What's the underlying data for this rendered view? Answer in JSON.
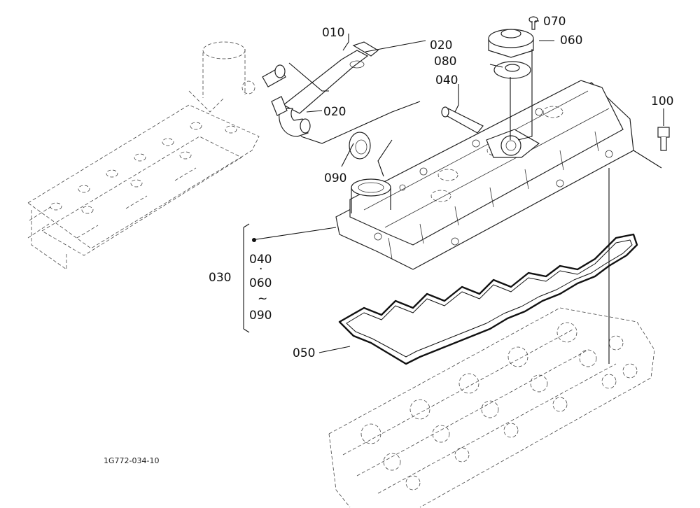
{
  "diagram": {
    "drawing_ref": "1G772-034-10",
    "callouts": {
      "c010": "010",
      "c020_top": "020",
      "c020_bottom": "020",
      "c030": "030",
      "c040": "040",
      "c050": "050",
      "c060": "060",
      "c070": "070",
      "c080": "080",
      "c090": "090",
      "c100": "100"
    },
    "group_030": {
      "item1": "040",
      "sep1": "·",
      "item2": "060",
      "sep2": "~",
      "item3": "090"
    }
  }
}
